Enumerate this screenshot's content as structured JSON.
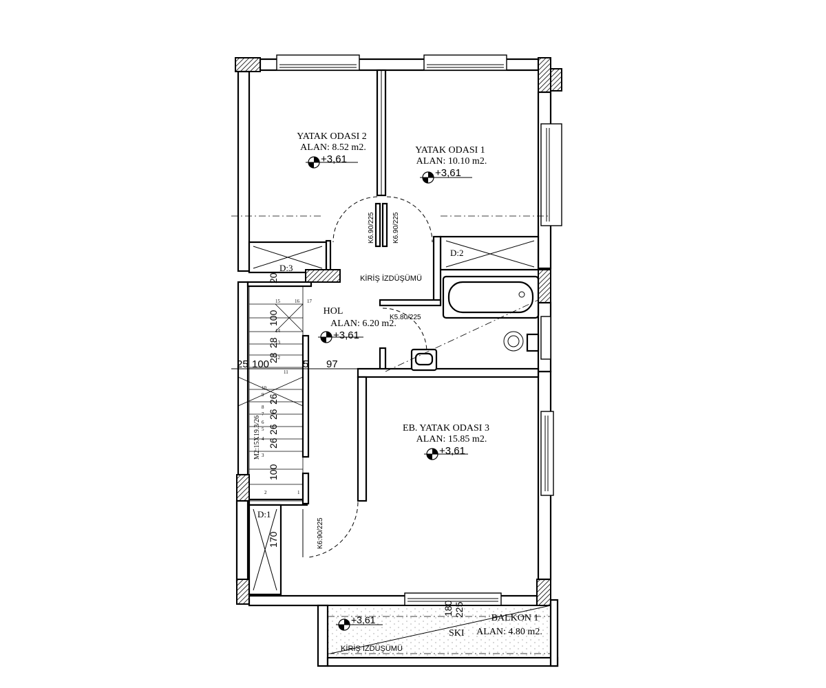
{
  "rooms": {
    "yatak_odasi_2": {
      "name": "YATAK ODASI 2",
      "area": "ALAN:  8.52 m2.",
      "level": "+3,61"
    },
    "yatak_odasi_1": {
      "name": "YATAK ODASI 1",
      "area": "ALAN:  10.10 m2.",
      "level": "+3,61"
    },
    "hol": {
      "name": "HOL",
      "area": "ALAN:  6.20 m2.",
      "level": "+3,61"
    },
    "eb_yatak_odasi_3": {
      "name": "EB. YATAK ODASI 3",
      "area": "ALAN:  15.85 m2.",
      "level": "+3,61"
    },
    "balkon_1": {
      "name": "BALKON 1",
      "area": "ALAN:  4.80 m2.",
      "level": "+3,61"
    }
  },
  "labels": {
    "kiris_izdusumu": "KİRİŞ İZDÜŞÜMÜ",
    "kiris_izdusumu_balkon": "KİRİŞ İZDÜŞÜMÜ",
    "d3": "D:3",
    "d2": "D:2",
    "d1": "D:1",
    "ski": "SKI",
    "stair": "M2:15X19.3/26"
  },
  "doors": {
    "door_k6_left": "K6.90/225",
    "door_k6_right": "K6.90/225",
    "door_k5": "K5.80/225",
    "door_k6_bottom": "K6:90/225"
  },
  "dimensions": {
    "d_20": "20",
    "d_100_upper": "100",
    "d_28a": "28",
    "d_28b": "28",
    "d_25": "25",
    "d_100_h": "100",
    "d_5": "5",
    "d_97": "97",
    "d_26a": "26",
    "d_26b": "26",
    "d_26c": "26",
    "d_26d": "26",
    "d_100_lower": "100",
    "d_170": "170",
    "d_180": "180",
    "d_225": "225"
  },
  "stair_steps": {
    "upper": [
      "15",
      "16",
      "17",
      "14",
      "13",
      "12",
      "11"
    ],
    "lower": [
      "10",
      "9",
      "8",
      "7",
      "6",
      "5",
      "4",
      "3",
      "2",
      "1"
    ]
  },
  "colors": {
    "line": "#000000",
    "background": "#ffffff"
  }
}
